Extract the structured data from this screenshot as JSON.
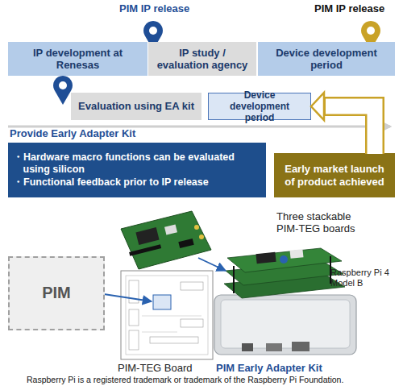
{
  "diagram": {
    "nodes": [
      {
        "text": [
          "IP development at Renesas"
        ]
      },
      {
        "text": [
          "IP study / evaluation agency"
        ]
      },
      {
        "text": [
          "Device development period"
        ]
      },
      {
        "text": [
          "Evaluation using EA kit"
        ]
      },
      {
        "text": [
          "Device development period"
        ]
      },
      {
        "text": [
          "Provide Early Adapter Kit",
          "・Hardware macro functions can be evaluated using silicon",
          "・Functional feedback prior to IP release"
        ]
      },
      {
        "text": [
          "Early market launch of product achieved"
        ]
      },
      {
        "text": [
          "PIM"
        ]
      }
    ],
    "edges": [
      {
        "from": 6,
        "to": 4,
        "arrow": "to"
      }
    ],
    "labels": [
      "PIM IP release",
      "PIM IP release",
      "Three stackable PIM-TEG boards",
      "Raspberry Pi 4 Model B",
      "PIM-TEG Board",
      "PIM Early Adapter Kit",
      "Raspberry Pi is a registered trademark or trademark of the Raspberry Pi Foundation."
    ]
  }
}
